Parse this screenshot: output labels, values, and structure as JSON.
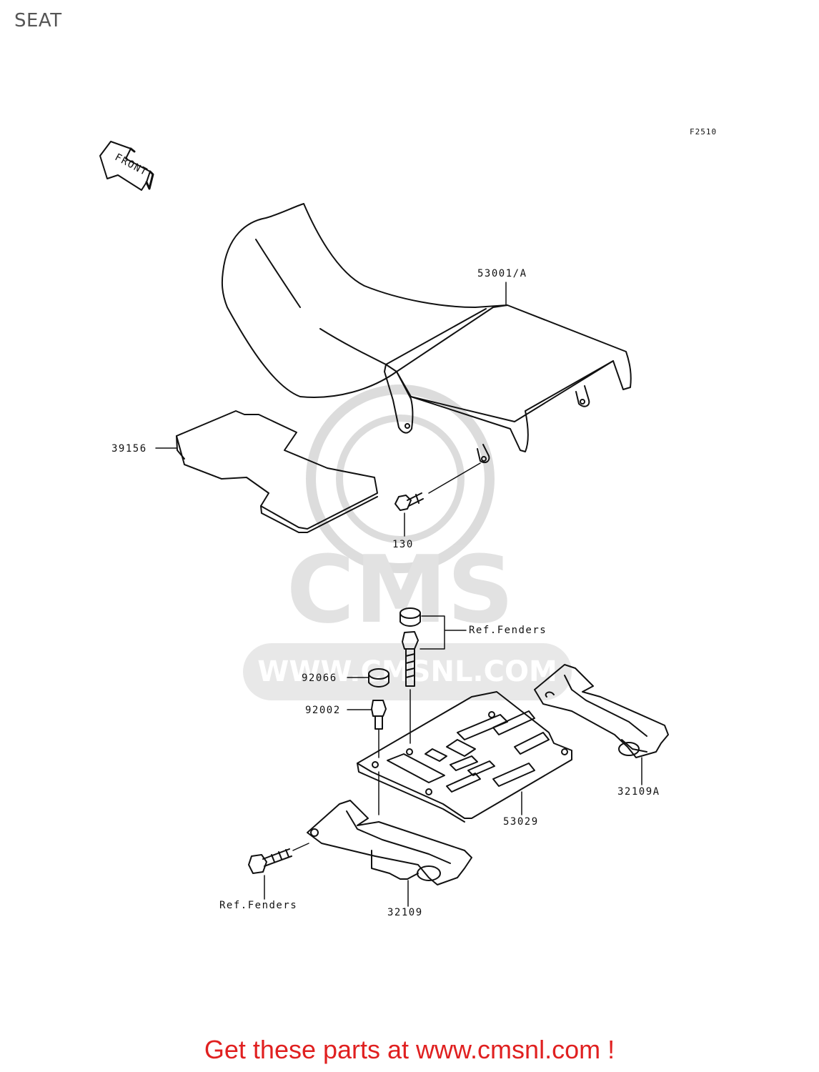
{
  "page": {
    "title": "SEAT",
    "figure_code": "F2510"
  },
  "front_arrow": {
    "label": "FRONT"
  },
  "watermark": {
    "brand": "CMS",
    "url": "WWW.CMSNL.COM"
  },
  "parts": [
    {
      "number": "53001/A"
    },
    {
      "number": "39156"
    },
    {
      "number": "130"
    },
    {
      "number": "Ref.Fenders"
    },
    {
      "number": "92066"
    },
    {
      "number": "92002"
    },
    {
      "number": "32109A"
    },
    {
      "number": "53029"
    },
    {
      "number": "32109"
    },
    {
      "number": "Ref.Fenders"
    }
  ],
  "footer": {
    "cta": "Get these parts at www.cmsnl.com !"
  }
}
